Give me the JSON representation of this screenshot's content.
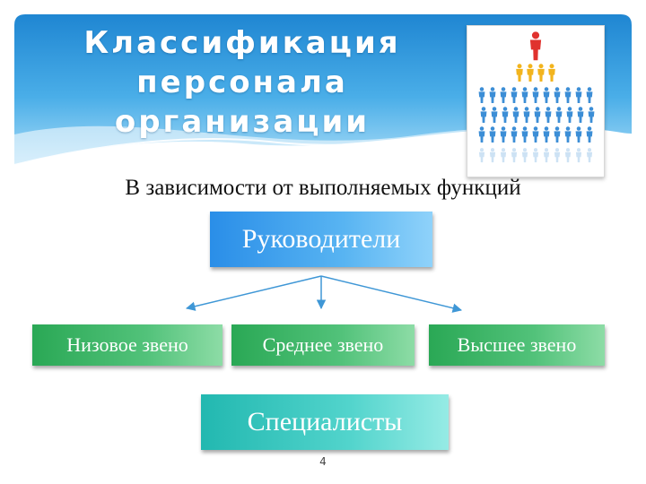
{
  "title": "Классификация\nперсонала\nорганизации",
  "subtitle": "В зависимости от выполняемых функций",
  "diagram": {
    "top": "Руководители",
    "levels": [
      "Низовое звено",
      "Среднее звено",
      "Высшее звено"
    ],
    "bottom": "Специалисты"
  },
  "picture_icon": "staff-hierarchy-pyramid-icon",
  "colors": {
    "banner": "#2a94dc",
    "blue_box": "#3a9eec",
    "green_box": "#3fb868",
    "teal_box": "#35c6be",
    "connector": "#3f97d6",
    "person_top": "#e0322e",
    "person_mid": "#f2b41e",
    "person_base": "#3c8ed6"
  },
  "page_number": "4"
}
